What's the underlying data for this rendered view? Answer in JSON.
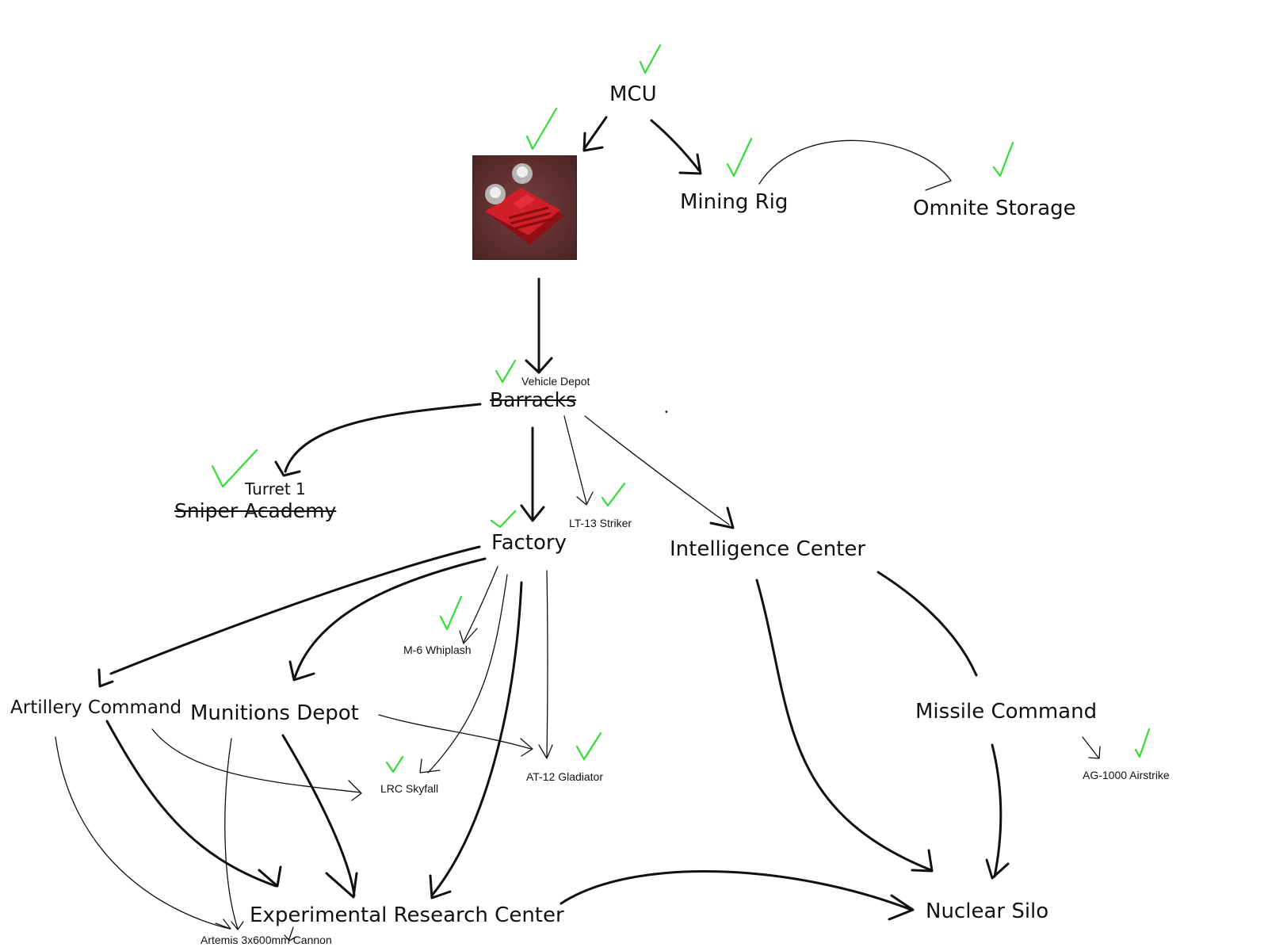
{
  "nodes": {
    "mcu": "MCU",
    "mining_rig": "Mining Rig",
    "omnite_storage": "Omnite Storage",
    "vehicle_depot": "Vehicle Depot",
    "barracks": "Barracks",
    "turret": "Turret 1",
    "sniper_academy": "Sniper Academy",
    "factory": "Factory",
    "lt13": "LT-13 Striker",
    "intelligence_center": "Intelligence Center",
    "m6": "M-6 Whiplash",
    "artillery_command": "Artillery Command",
    "munitions_depot": "Munitions Depot",
    "lrc": "LRC Skyfall",
    "at12": "AT-12 Gladiator",
    "missile_command": "Missile Command",
    "ag1000": "AG-1000 Airstrike",
    "experimental": "Experimental Research Center",
    "nuclear_silo": "Nuclear Silo",
    "artemis": "Artemis 3x600mm Cannon"
  },
  "colors": {
    "check": "#33dd33",
    "arrow": "#111111",
    "tile_base": "#6e3636",
    "tile_accent": "#d11f2a"
  },
  "icons": {
    "check": "check-icon",
    "building": "red-building-icon"
  }
}
